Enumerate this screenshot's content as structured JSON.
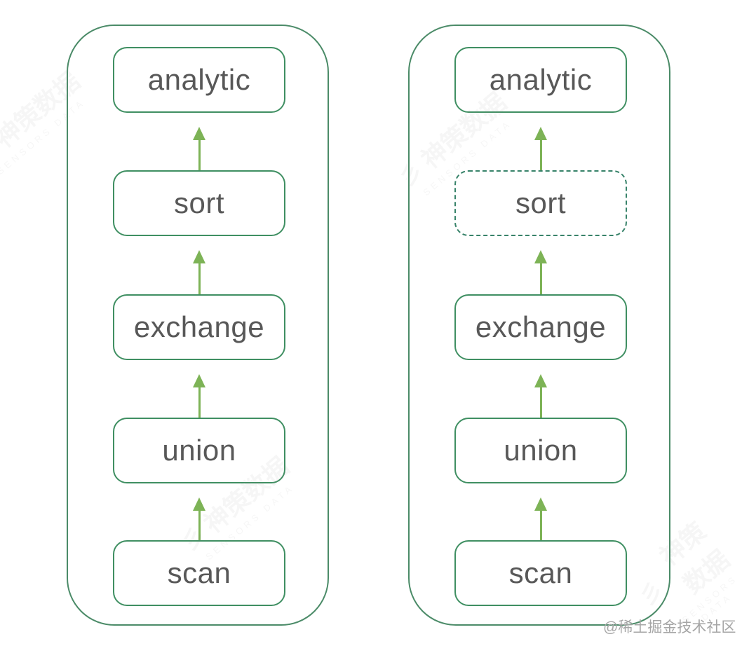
{
  "page": {
    "background": "#ffffff"
  },
  "colors": {
    "container_border": "#4b8b68",
    "node_border": "#3f8f62",
    "dashed_node_border": "#38836a",
    "arrow": "#7db356",
    "label_text": "#585858",
    "corner_watermark_text": "#a6a6a6",
    "diagonal_watermark_text": "#8a8a8a"
  },
  "diagram": {
    "flow_direction": "bottom-to-top",
    "pipelines": [
      {
        "name": "left",
        "nodes": [
          {
            "label": "analytic",
            "border": "solid"
          },
          {
            "label": "sort",
            "border": "solid"
          },
          {
            "label": "exchange",
            "border": "solid"
          },
          {
            "label": "union",
            "border": "solid"
          },
          {
            "label": "scan",
            "border": "solid"
          }
        ]
      },
      {
        "name": "right",
        "nodes": [
          {
            "label": "analytic",
            "border": "solid"
          },
          {
            "label": "sort",
            "border": "dashed"
          },
          {
            "label": "exchange",
            "border": "solid"
          },
          {
            "label": "union",
            "border": "solid"
          },
          {
            "label": "scan",
            "border": "solid"
          }
        ]
      }
    ]
  },
  "watermarks": {
    "corner_label": "@稀土掘金技术社区",
    "diagonal_logo": "彡",
    "diagonal_text": "神策数据",
    "diagonal_subtext": "SENSORS DATA"
  }
}
